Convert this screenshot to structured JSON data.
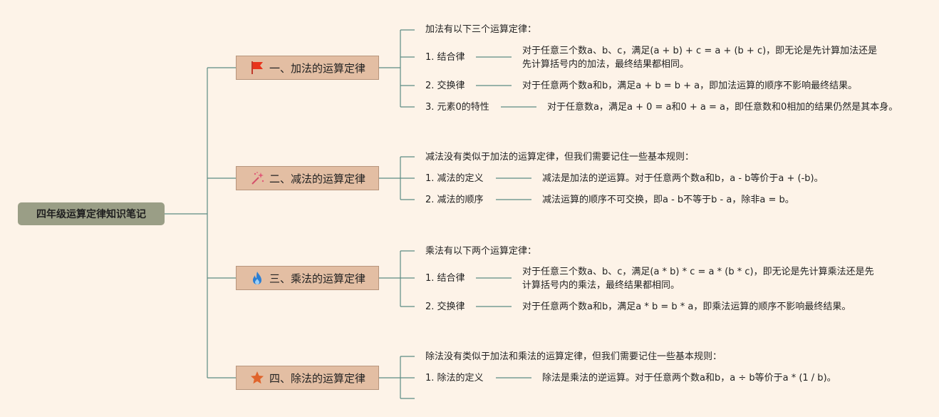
{
  "root": {
    "title": "四年级运算定律知识笔记"
  },
  "branches": [
    {
      "icon": "red-flag-icon",
      "title": "一、加法的运算定律",
      "intro": "加法有以下三个运算定律：",
      "items": [
        {
          "label": "1. 结合律",
          "detail_lines": [
            "对于任意三个数a、b、c，满足(a + b) + c = a + (b + c)，即无论是先计算加法还是",
            "先计算括号内的加法，最终结果都相同。"
          ]
        },
        {
          "label": "2. 交换律",
          "detail_lines": [
            "对于任意两个数a和b，满足a + b = b + a，即加法运算的顺序不影响最终结果。"
          ]
        },
        {
          "label": "3. 元素0的特性",
          "detail_lines": [
            "对于任意数a，满足a + 0 = a和0 + a = a，即任意数和0相加的结果仍然是其本身。"
          ]
        }
      ]
    },
    {
      "icon": "sparkle-wand-icon",
      "title": "二、减法的运算定律",
      "intro": "减法没有类似于加法的运算定律，但我们需要记住一些基本规则：",
      "items": [
        {
          "label": "1. 减法的定义",
          "detail_lines": [
            "减法是加法的逆运算。对于任意两个数a和b，a - b等价于a + (-b)。"
          ]
        },
        {
          "label": "2. 减法的顺序",
          "detail_lines": [
            "减法运算的顺序不可交换，即a - b不等于b - a，除非a = b。"
          ]
        }
      ]
    },
    {
      "icon": "fire-icon",
      "title": "三、乘法的运算定律",
      "intro": "乘法有以下两个运算定律：",
      "items": [
        {
          "label": "1. 结合律",
          "detail_lines": [
            "对于任意三个数a、b、c，满足(a * b) * c = a * (b * c)，即无论是先计算乘法还是先",
            "计算括号内的乘法，最终结果都相同。"
          ]
        },
        {
          "label": "2. 交换律",
          "detail_lines": [
            "对于任意两个数a和b，满足a * b = b * a，即乘法运算的顺序不影响最终结果。"
          ]
        }
      ]
    },
    {
      "icon": "star-icon",
      "title": "四、除法的运算定律",
      "intro": "除法没有类似于加法和乘法的运算定律，但我们需要记住一些基本规则：",
      "items": [
        {
          "label": "1. 除法的定义",
          "detail_lines": [
            "除法是乘法的逆运算。对于任意两个数a和b，a ÷ b等价于a * (1 / b)。"
          ]
        }
      ]
    }
  ]
}
